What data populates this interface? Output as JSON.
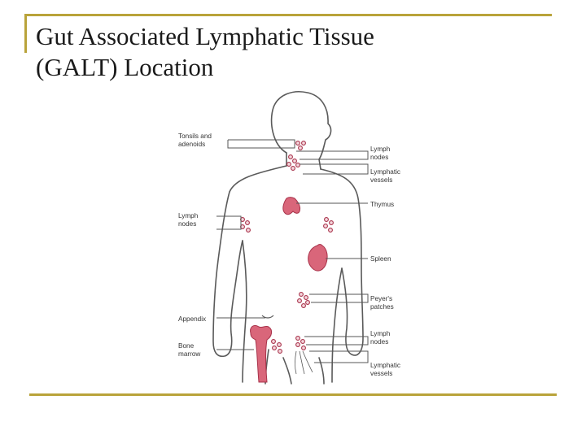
{
  "slide": {
    "title_line1": "Gut Associated Lymphatic Tissue",
    "title_line2": "(GALT) Location"
  },
  "figure": {
    "labels": {
      "tonsils_line1": "Tonsils and",
      "tonsils_line2": "adenoids",
      "lymph_nodes_neck_line1": "Lymph",
      "lymph_nodes_neck_line2": "nodes",
      "lymphatic_vessels_neck_line1": "Lymphatic",
      "lymphatic_vessels_neck_line2": "vessels",
      "thymus": "Thymus",
      "lymph_nodes_axilla_line1": "Lymph",
      "lymph_nodes_axilla_line2": "nodes",
      "spleen": "Spleen",
      "peyers_line1": "Peyer's",
      "peyers_line2": "patches",
      "appendix": "Appendix",
      "lymph_nodes_groin_line1": "Lymph",
      "lymph_nodes_groin_line2": "nodes",
      "bone_marrow_line1": "Bone",
      "bone_marrow_line2": "marrow",
      "lymphatic_vessels_leg_line1": "Lymphatic",
      "lymphatic_vessels_leg_line2": "vessels"
    },
    "colors": {
      "organ": "#d9667a",
      "node_outline": "#a8324a",
      "body_outline": "#5a5a5a",
      "leader": "#555555",
      "accent_rule": "#b9a33a"
    }
  }
}
